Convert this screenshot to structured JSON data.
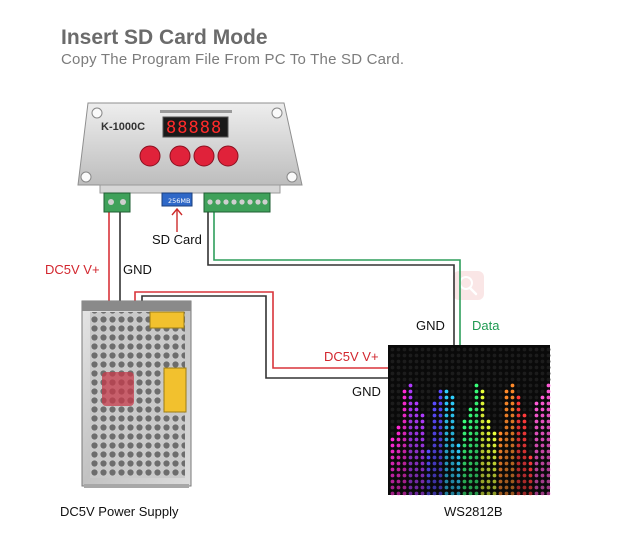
{
  "header": {
    "title": "Insert SD Card Mode",
    "subtitle": "Copy The Program File From PC To The SD Card."
  },
  "controller": {
    "model": "K-1000C",
    "sd_size": "256MB"
  },
  "labels": {
    "sd_card": "SD Card",
    "dc5v_left": "DC5V V+",
    "gnd_left": "GND",
    "gnd_right_top": "GND",
    "data": "Data",
    "dc5v_right": "DC5V V+",
    "gnd_right": "GND",
    "power_supply": "DC5V Power Supply",
    "led_panel": "WS2812B"
  },
  "colors": {
    "wire_red": "#d9343a",
    "wire_black": "#333333",
    "wire_green": "#2f9e5c",
    "button_red": "#e0223a",
    "display_red": "#ff2a2a"
  },
  "icons": {
    "watermark": "search-icon"
  }
}
